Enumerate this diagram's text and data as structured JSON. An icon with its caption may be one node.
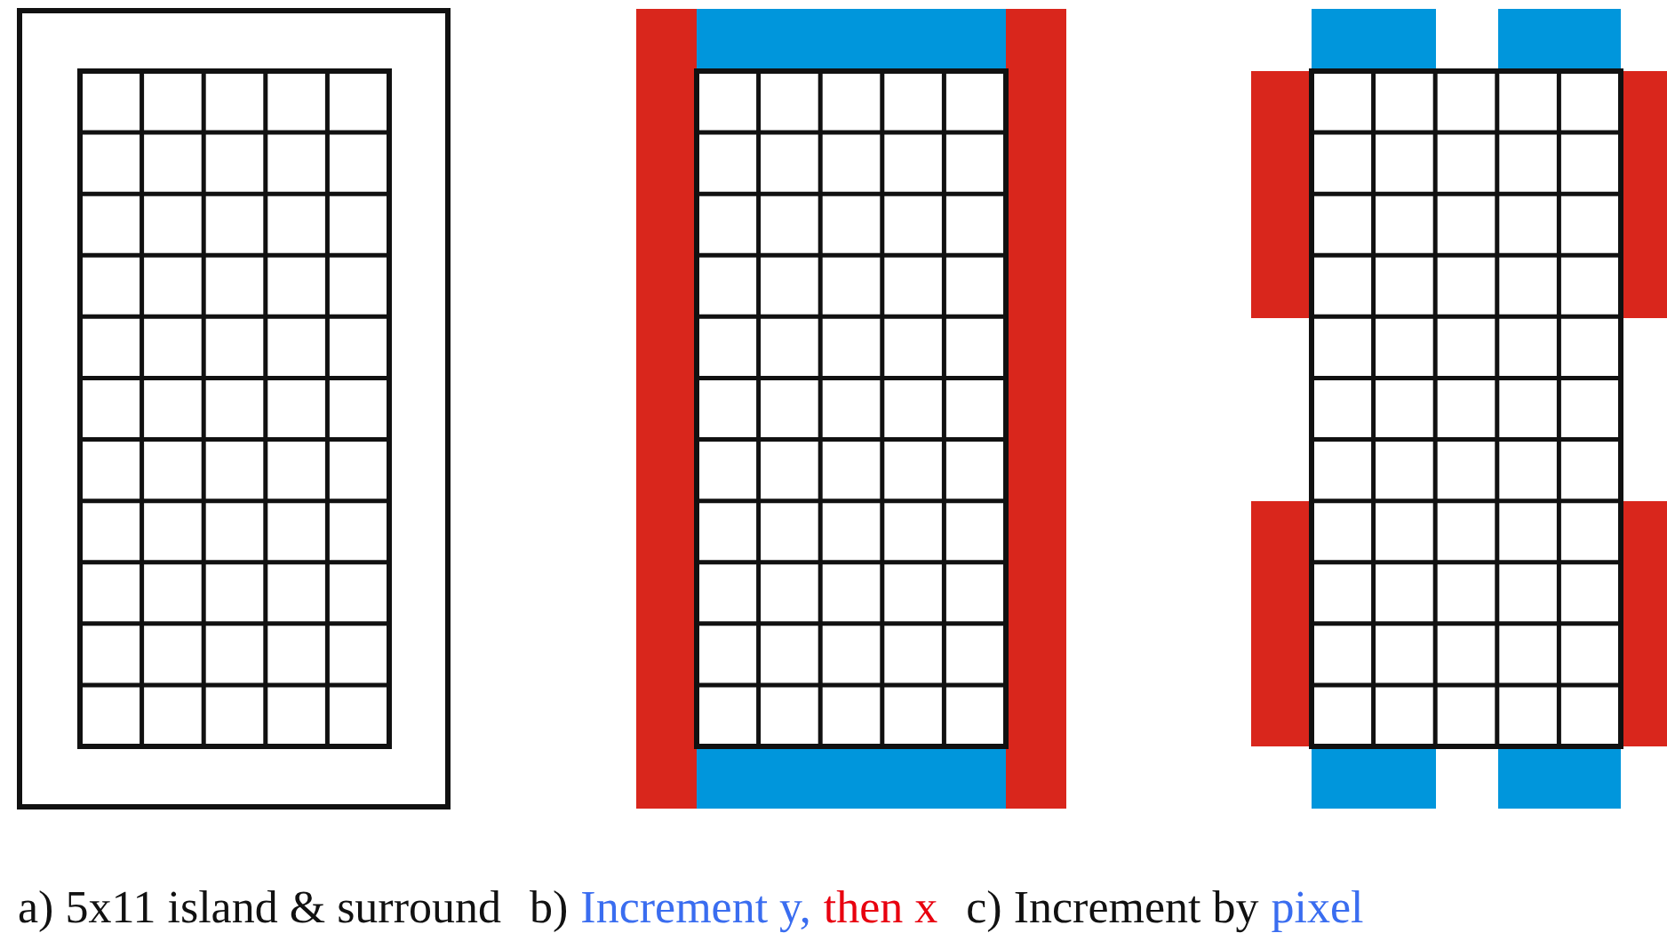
{
  "diagram": {
    "labels": [
      "a) 5x11 island & surround",
      "b)",
      "Increment y,",
      "then x",
      "c) Increment by",
      "pixel"
    ]
  }
}
